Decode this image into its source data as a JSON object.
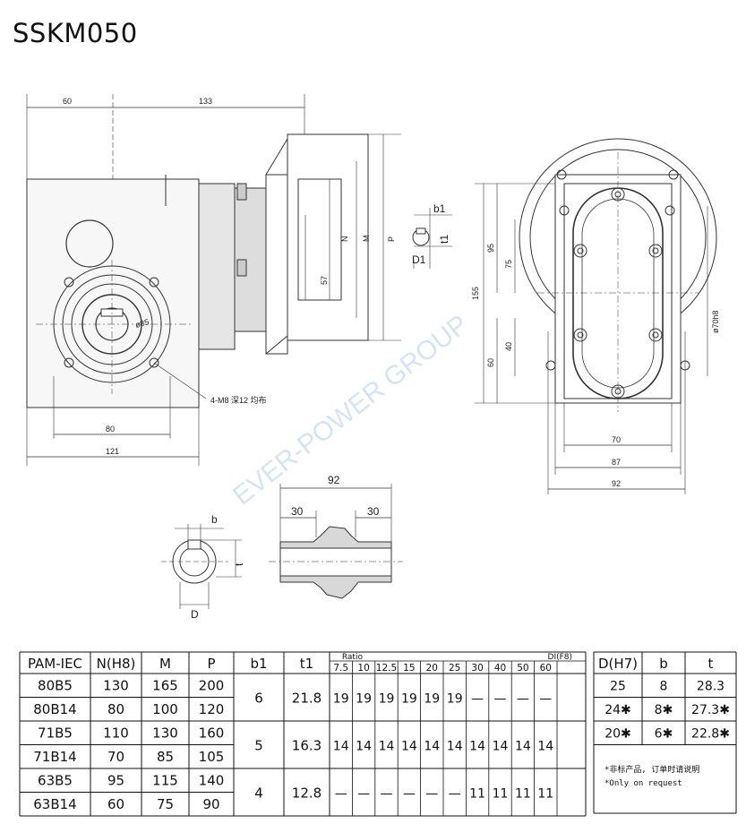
{
  "title": "SSKM050",
  "watermark": "EVER-POWER GROUP",
  "front_view": {
    "dims": [
      "60",
      "133",
      "80",
      "121"
    ],
    "hole_note": "4-M8 深12 均布",
    "bore_label": "ø85",
    "flange_labels": [
      "N",
      "M",
      "P",
      "57"
    ],
    "shaft_labels": [
      "b1",
      "t1",
      "D1"
    ]
  },
  "side_view": {
    "dims": [
      "155",
      "95",
      "75",
      "40",
      "60",
      "70",
      "87",
      "92"
    ],
    "diameter_label": "ø70h8"
  },
  "bottom_view": {
    "key_labels": [
      "b",
      "t",
      "D"
    ],
    "shaft_dims": [
      "92",
      "30",
      "30"
    ]
  },
  "main_table": {
    "headers": [
      "PAM-IEC",
      "N(H8)",
      "M",
      "P",
      "b1",
      "t1"
    ],
    "ratio_label": "Ratio",
    "di_label": "DI(F8)",
    "ratios": [
      "7.5",
      "10",
      "12.5",
      "15",
      "20",
      "25",
      "30",
      "40",
      "50",
      "60"
    ],
    "rows": [
      [
        "80B5",
        "130",
        "165",
        "200"
      ],
      [
        "80B14",
        "80",
        "100",
        "120"
      ],
      [
        "71B5",
        "110",
        "130",
        "160"
      ],
      [
        "71B14",
        "70",
        "85",
        "105"
      ],
      [
        "63B5",
        "95",
        "115",
        "140"
      ],
      [
        "63B14",
        "60",
        "75",
        "90"
      ]
    ],
    "groups": [
      {
        "b1": "6",
        "t1": "21.8",
        "di": [
          "19",
          "19",
          "19",
          "19",
          "19",
          "19",
          "—",
          "—",
          "—",
          "—"
        ]
      },
      {
        "b1": "5",
        "t1": "16.3",
        "di": [
          "14",
          "14",
          "14",
          "14",
          "14",
          "14",
          "14",
          "14",
          "14",
          "14"
        ]
      },
      {
        "b1": "4",
        "t1": "12.8",
        "di": [
          "—",
          "—",
          "—",
          "—",
          "—",
          "—",
          "11",
          "11",
          "11",
          "11"
        ]
      }
    ]
  },
  "bore_table": {
    "headers": [
      "D(H7)",
      "b",
      "t"
    ],
    "rows": [
      [
        "25",
        "8",
        "28.3"
      ],
      [
        "24✱",
        "8✱",
        "27.3✱"
      ],
      [
        "20✱",
        "6✱",
        "22.8✱"
      ]
    ],
    "note_cn": "*非标产品, 订单时请说明",
    "note_en": "*Only on request"
  }
}
